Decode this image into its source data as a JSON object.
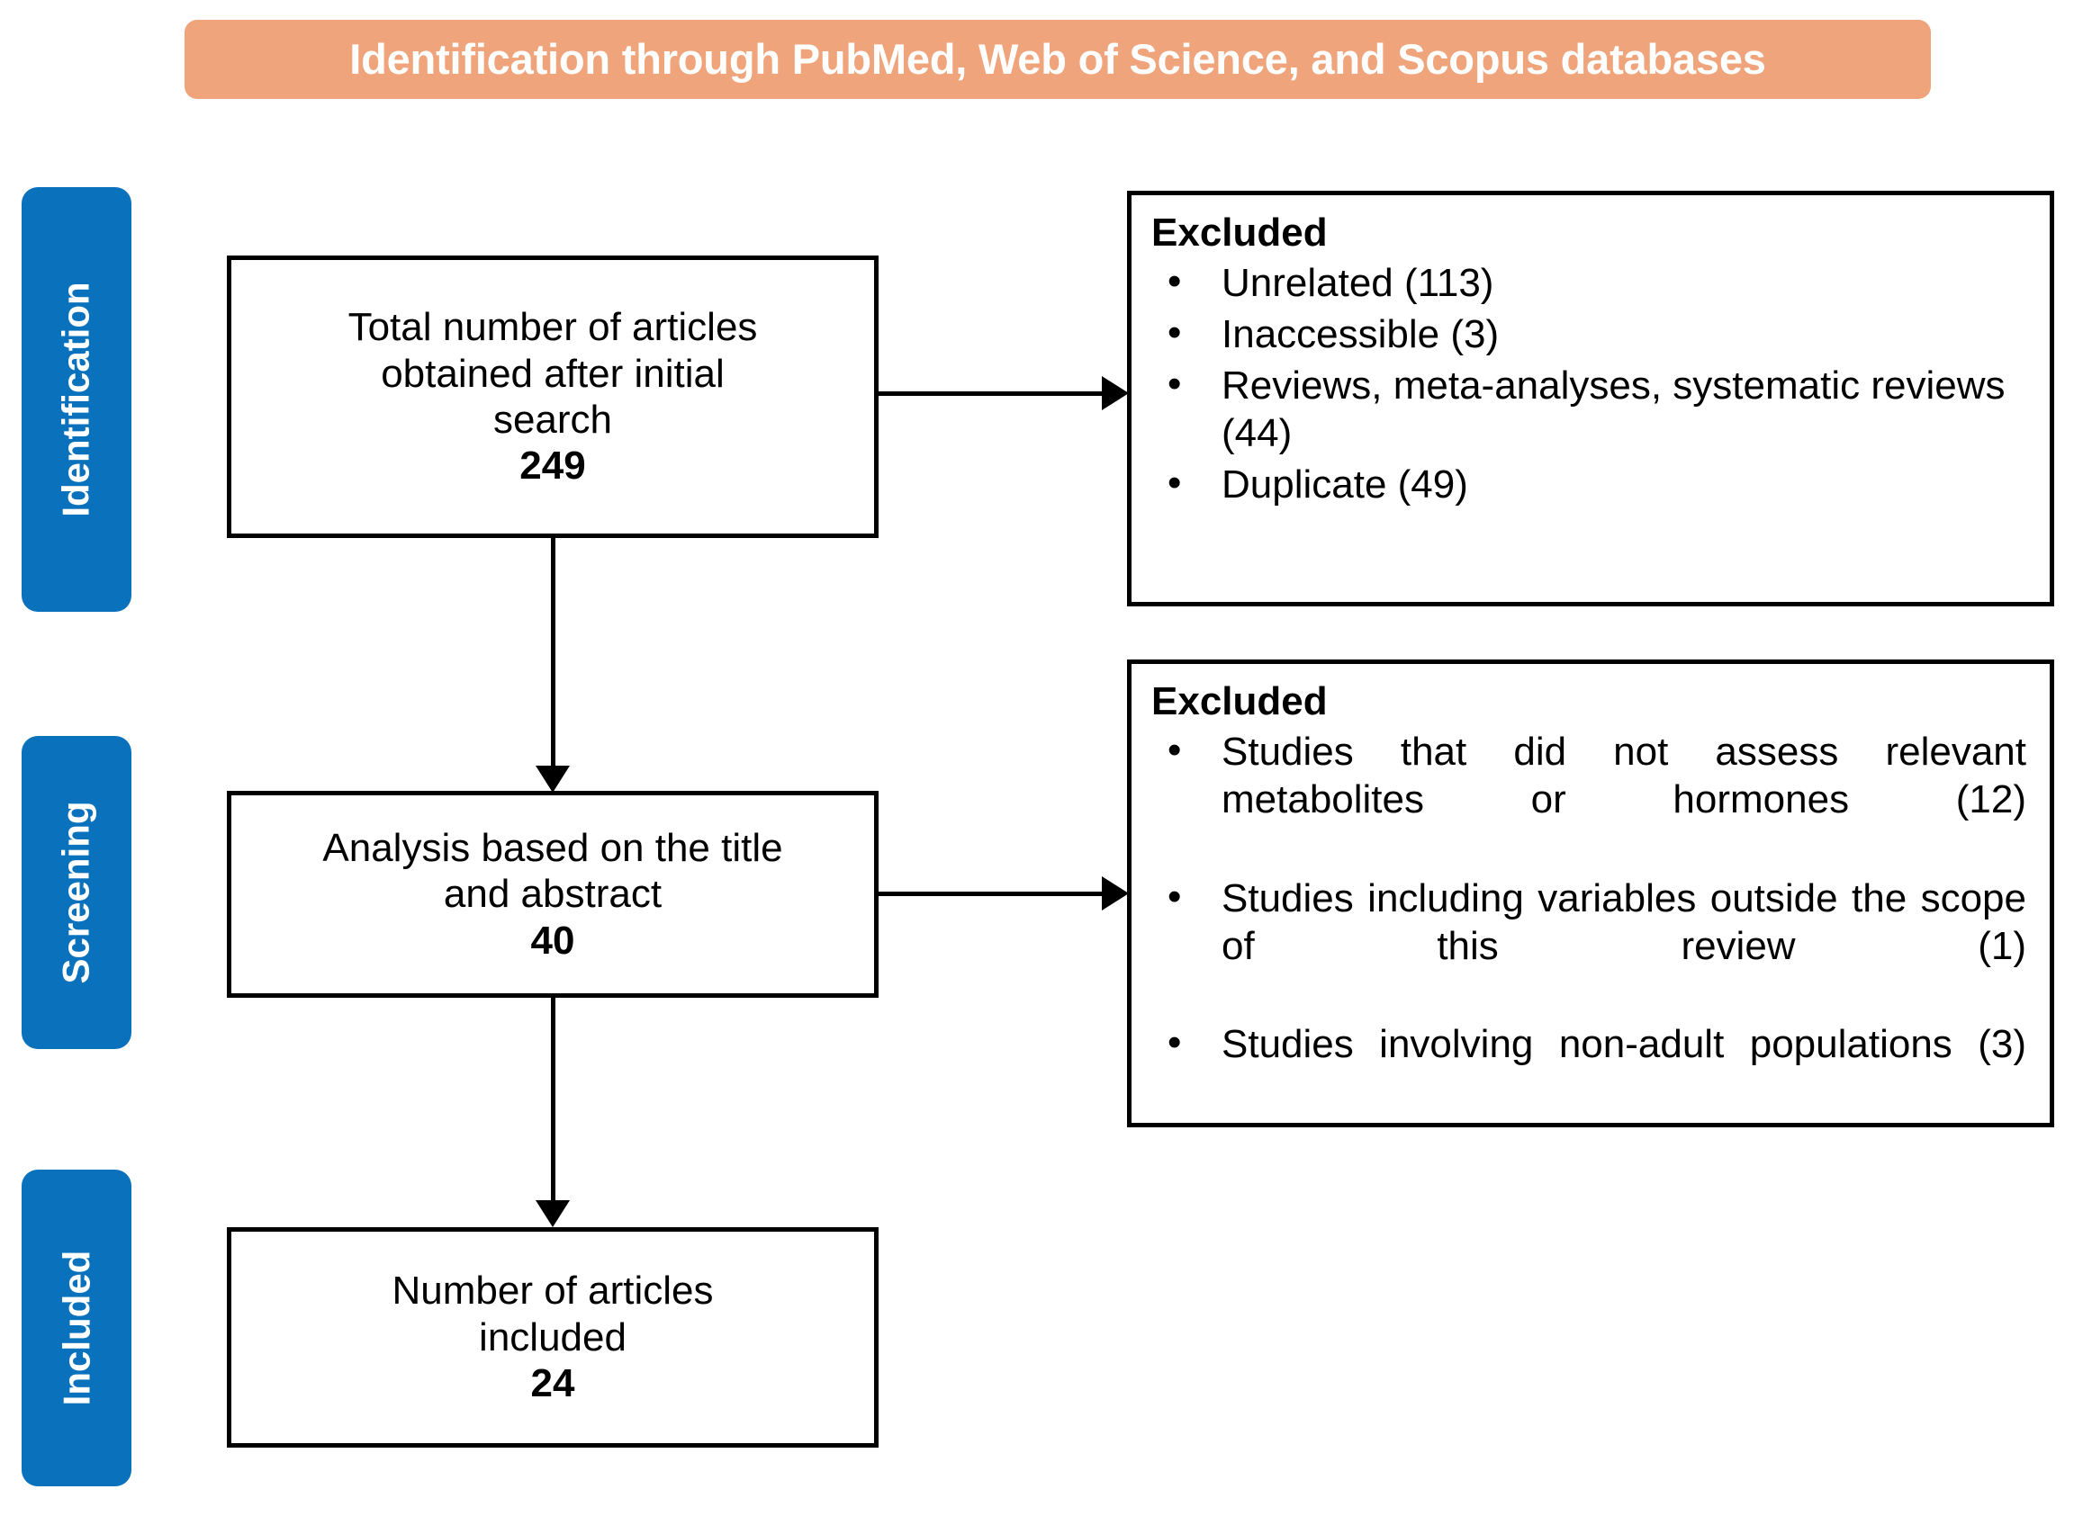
{
  "header": {
    "banner_text": "Identification through PubMed, Web of Science, and Scopus databases",
    "banner_color": "#EFA47B",
    "banner_text_color": "#FFFFFF"
  },
  "stages": {
    "accent_color": "#0A72BC",
    "items": [
      {
        "label": "Identification"
      },
      {
        "label": "Screening"
      },
      {
        "label": "Included"
      }
    ]
  },
  "flow": {
    "initial_search": {
      "line1": "Total number of articles",
      "line2": "obtained after initial",
      "line3": "search",
      "count": "249"
    },
    "title_abstract": {
      "line1": "Analysis based on the title",
      "line2": "and abstract",
      "count": "40"
    },
    "included": {
      "line1": "Number of articles",
      "line2": "included",
      "count": "24"
    }
  },
  "excluded_identification": {
    "title": "Excluded",
    "bullet_glyph": "•",
    "items": [
      "Unrelated (113)",
      "Inaccessible (3)",
      "Reviews, meta-analyses, systematic reviews (44)",
      "Duplicate (49)"
    ]
  },
  "excluded_screening": {
    "title": "Excluded",
    "bullet_glyph": "•",
    "items": [
      "Studies that did not assess relevant metabolites or hormones (12)",
      "Studies including variables outside the scope of this review (1)",
      "Studies involving non-adult populations (3)"
    ]
  },
  "chart_data": {
    "type": "diagram",
    "title": "PRISMA study selection flow diagram",
    "stages": [
      "Identification",
      "Screening",
      "Included"
    ],
    "nodes": [
      {
        "id": "initial_search",
        "stage": "Identification",
        "label": "Total number of articles obtained after initial search",
        "value": 249
      },
      {
        "id": "title_abstract",
        "stage": "Screening",
        "label": "Analysis based on the title and abstract",
        "value": 40
      },
      {
        "id": "included",
        "stage": "Included",
        "label": "Number of articles included",
        "value": 24
      }
    ],
    "exclusions": [
      {
        "from": "initial_search",
        "reason": "Unrelated",
        "value": 113
      },
      {
        "from": "initial_search",
        "reason": "Inaccessible",
        "value": 3
      },
      {
        "from": "initial_search",
        "reason": "Reviews, meta-analyses, systematic reviews",
        "value": 44
      },
      {
        "from": "initial_search",
        "reason": "Duplicate",
        "value": 49
      },
      {
        "from": "title_abstract",
        "reason": "Studies that did not assess relevant metabolites or hormones",
        "value": 12
      },
      {
        "from": "title_abstract",
        "reason": "Studies including variables outside the scope of this review",
        "value": 1
      },
      {
        "from": "title_abstract",
        "reason": "Studies involving non-adult populations",
        "value": 3
      }
    ],
    "edges": [
      {
        "from": "initial_search",
        "to": "title_abstract"
      },
      {
        "from": "title_abstract",
        "to": "included"
      },
      {
        "from": "initial_search",
        "to": "excluded_identification"
      },
      {
        "from": "title_abstract",
        "to": "excluded_screening"
      }
    ]
  }
}
